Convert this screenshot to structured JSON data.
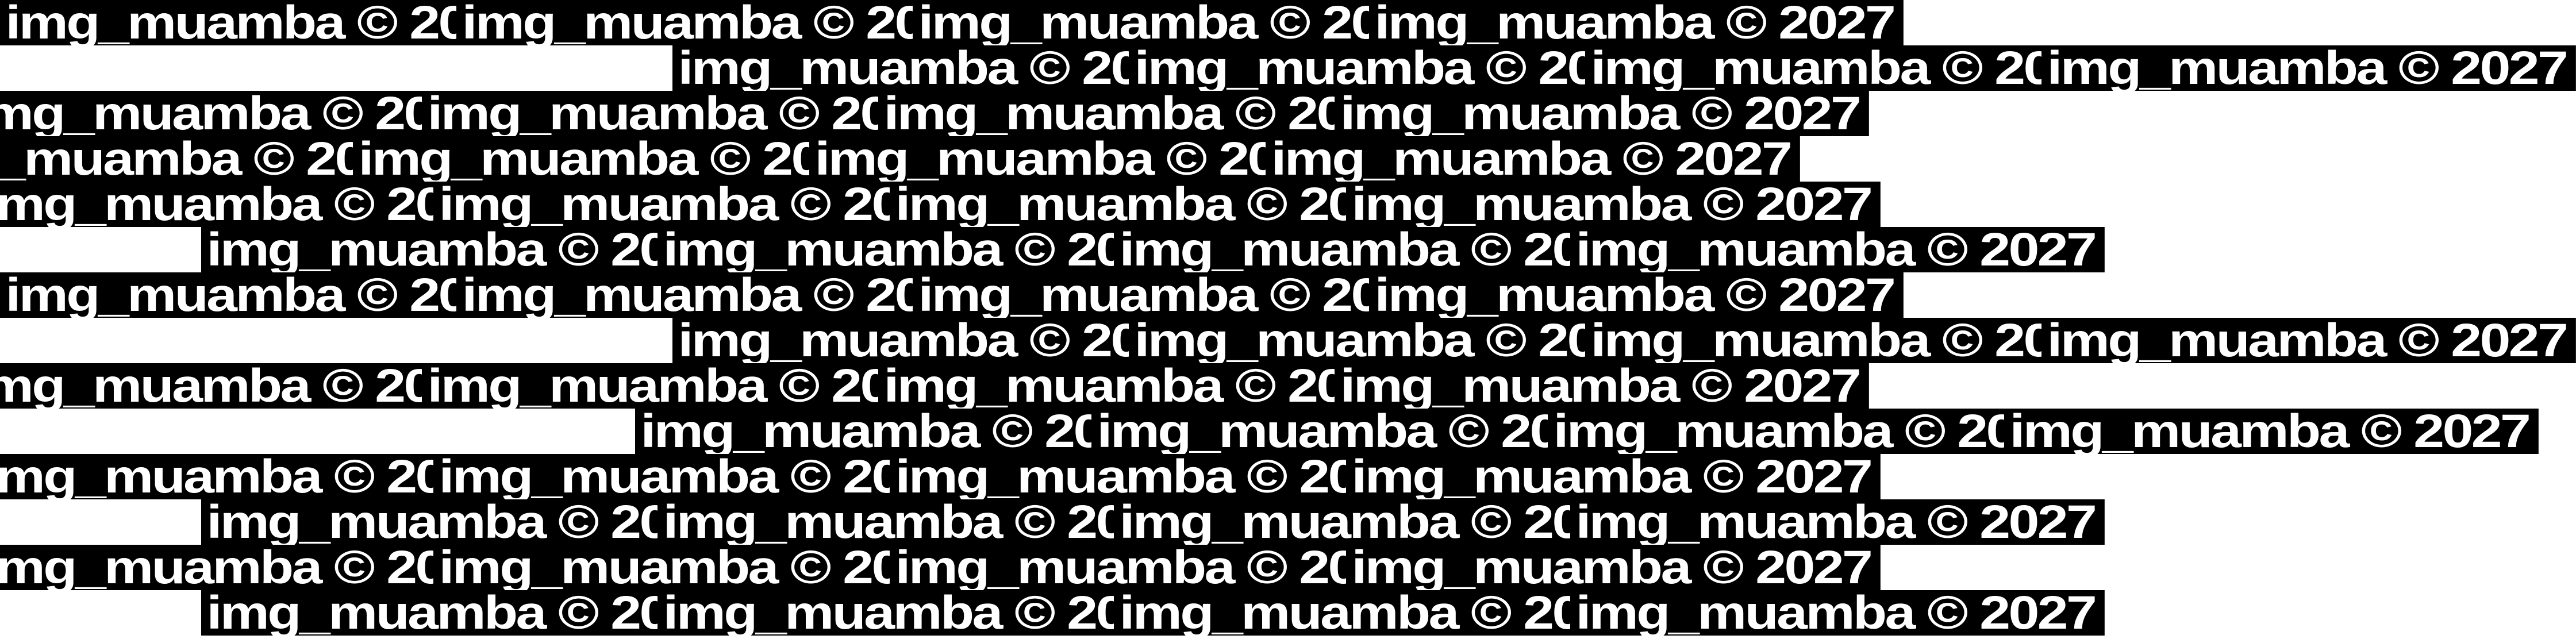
{
  "pattern": {
    "label": "img_muamba",
    "copyright_symbol": "©",
    "year": "2027",
    "repeat_text": "img_muamba © 2027",
    "colors": {
      "background": "#ffffff",
      "block": "#000000",
      "text": "#ffffff"
    }
  }
}
